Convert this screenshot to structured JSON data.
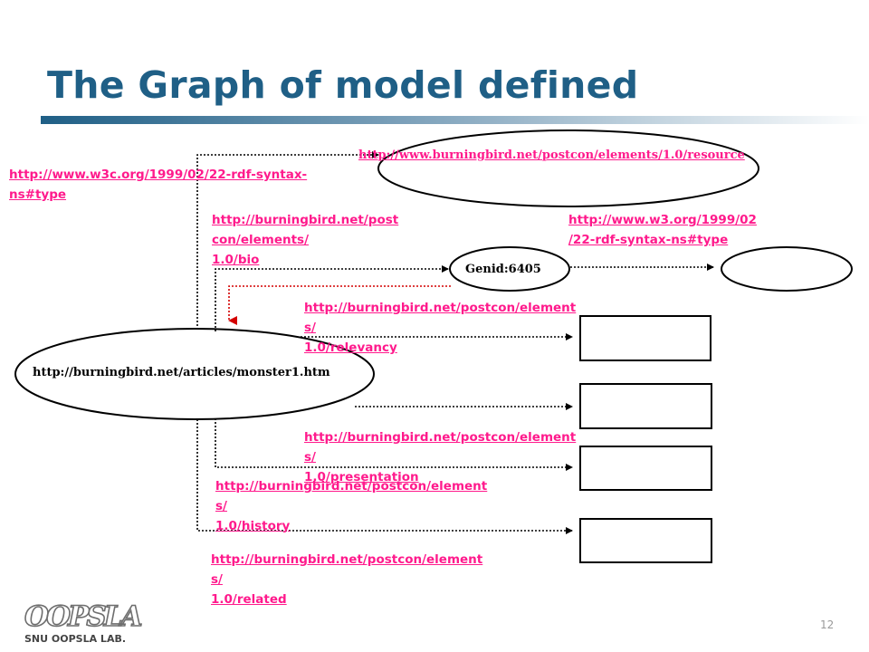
{
  "slide": {
    "title": "The Graph of  model defined",
    "page_number": "12"
  },
  "logo": {
    "text": "OOPSLA",
    "caption": "SNU OOPSLA LAB."
  },
  "colors": {
    "title": "#1f5f86",
    "link": "#ff1a8c",
    "red_dotted_edge": "#d40000"
  },
  "nodes": {
    "resource": "http://burningbird.net/articles/monster1.htm",
    "genid": "Genid:6405"
  },
  "edge_labels": {
    "resource_url": "http://www.burningbird.net/postcon/elements/1.0/resource",
    "rdf_type": "http://www.w3c.org/1999/02/22-rdf-syntax-\nns#type",
    "bio": "http://burningbird.net/post\ncon/elements/\n1.0/bio",
    "genid_type": "http://www.w3.org/1999/02\n/22-rdf-syntax-ns#type",
    "relevancy": "http://burningbird.net/postcon/element\ns/\n1.0/relevancy",
    "presentation": "http://burningbird.net/postcon/element\ns/\n1.0/presentation",
    "history": "http://burningbird.net/postcon/element\ns/\n1.0/history",
    "related": "http://burningbird.net/postcon/element\ns/\n1.0/related"
  }
}
